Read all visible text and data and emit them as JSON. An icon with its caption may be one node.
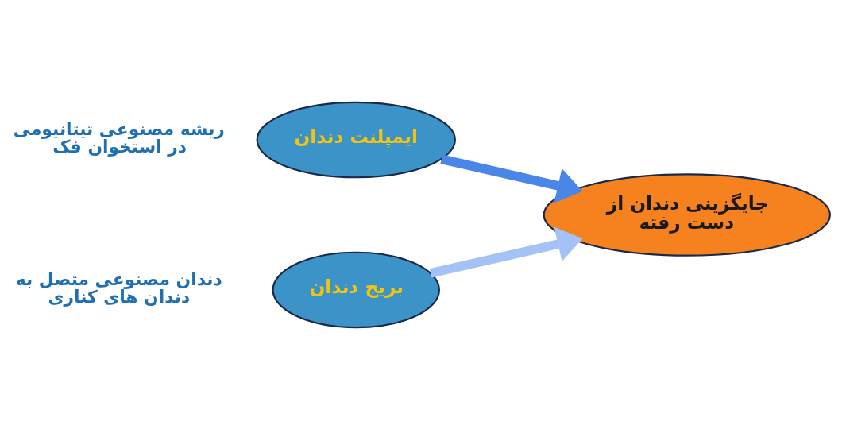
{
  "diagram": {
    "nodes": [
      {
        "text": [
          "ایمپلنت دندان"
        ],
        "beside": [
          "ریشه مصنوعی تیتانیومی در استخوان فک"
        ]
      },
      {
        "text": [
          "بریج دندان"
        ],
        "beside": [
          "دندان مصنوعی متصل به دندان های کناری"
        ]
      },
      {
        "text": [
          "جایگزینی دندان از دست رفته"
        ]
      }
    ],
    "edges": [
      {
        "from": 0,
        "to": 2,
        "arrow": "to",
        "color": "#4a86e8"
      },
      {
        "from": 1,
        "to": 2,
        "arrow": "to",
        "color": "#a4c2f4"
      }
    ]
  }
}
